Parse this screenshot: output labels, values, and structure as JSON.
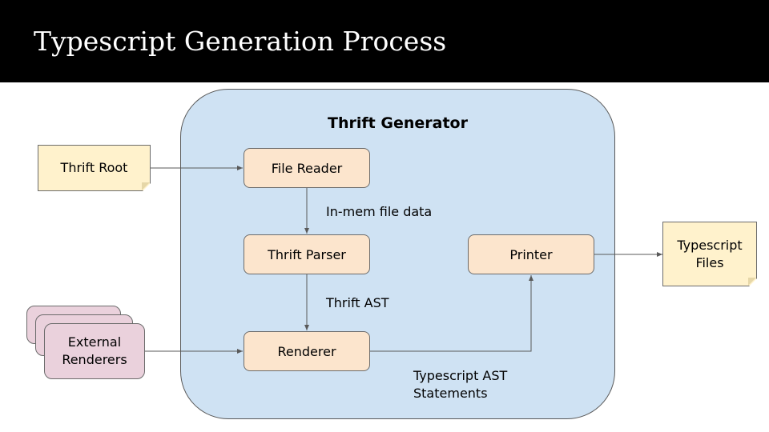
{
  "slide": {
    "title": "Typescript Generation Process"
  },
  "diagram": {
    "container_label": "Thrift Generator",
    "nodes": {
      "thrift_root": "Thrift Root",
      "file_reader": "File Reader",
      "thrift_parser": "Thrift Parser",
      "renderer": "Renderer",
      "printer": "Printer",
      "external_renderers_line1": "External",
      "external_renderers_line2": "Renderers",
      "typescript_files_line1": "Typescript",
      "typescript_files_line2": "Files"
    },
    "edge_labels": {
      "in_mem_file_data": "In-mem file data",
      "thrift_ast": "Thrift AST",
      "typescript_ast_line1": "Typescript AST",
      "typescript_ast_line2": "Statements"
    },
    "edges": [
      {
        "from": "Thrift Root",
        "to": "File Reader"
      },
      {
        "from": "File Reader",
        "to": "Thrift Parser"
      },
      {
        "from": "Thrift Parser",
        "to": "Renderer"
      },
      {
        "from": "External Renderers",
        "to": "Renderer"
      },
      {
        "from": "Renderer",
        "to": "Printer"
      },
      {
        "from": "Printer",
        "to": "Typescript Files"
      }
    ],
    "colors": {
      "container_fill": "#cfe2f3",
      "process_fill": "#fce5cd",
      "note_fill": "#fff2cc",
      "external_fill": "#ead1dc",
      "title_bar": "#000000"
    }
  }
}
